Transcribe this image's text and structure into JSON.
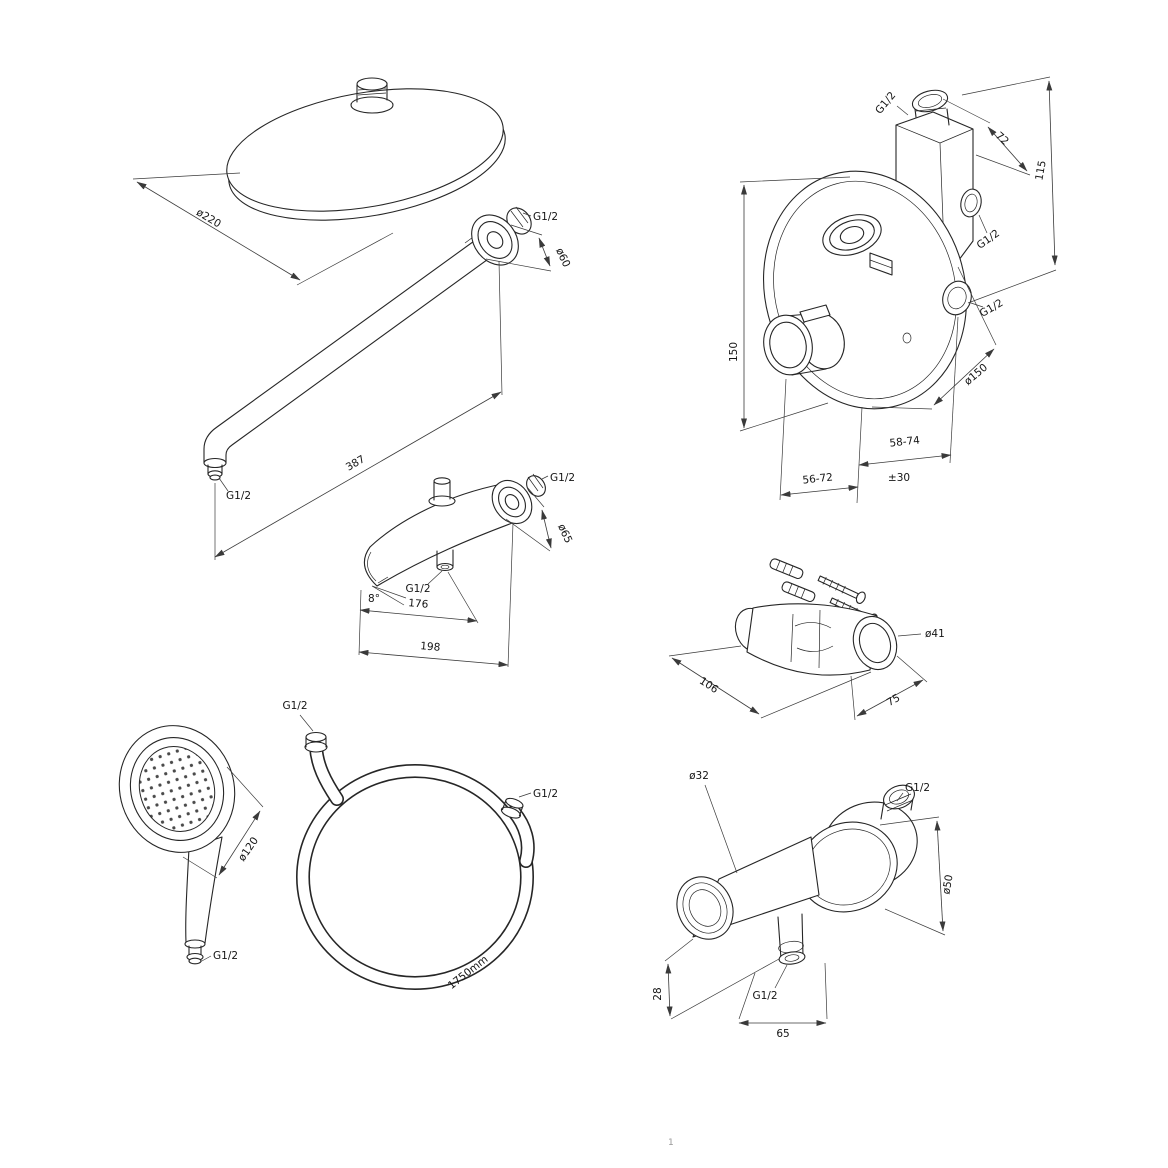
{
  "page": {
    "sheet_marker": "1"
  },
  "rain_shower": {
    "head_diameter": "ø220",
    "arm_wall_thread": "G1/2",
    "arm_flange_diameter": "ø60",
    "arm_length": "387",
    "arm_outlet_thread": "G1/2"
  },
  "bath_spout": {
    "wall_thread": "G1/2",
    "flange_diameter": "ø65",
    "spout_angle": "8°",
    "diverter_thread": "G1/2",
    "length_to_diverter": "176",
    "total_length": "198"
  },
  "mixer_valve": {
    "top_port_thread": "G1/2",
    "body_depth": "72",
    "body_height": "115",
    "right_port_thread": "G1/2",
    "bottom_port_thread": "G1/2",
    "plate_height": "150",
    "plate_diameter": "ø150",
    "install_depth_left": "56-72",
    "swivel_range": "±30",
    "install_depth_right": "58-74"
  },
  "bracket": {
    "length": "106",
    "depth": "75",
    "bore_diameter": "ø41"
  },
  "hand_shower": {
    "head_diameter": "ø120",
    "thread": "G1/2"
  },
  "hose": {
    "wall_end_thread": "G1/2",
    "shower_end_thread": "G1/2",
    "length": "1750mm"
  },
  "outlet_elbow": {
    "holder_diameter": "ø32",
    "wall_thread": "G1/2",
    "flange_diameter": "ø50",
    "outlet_height": "28",
    "outlet_thread": "G1/2",
    "width": "65"
  }
}
